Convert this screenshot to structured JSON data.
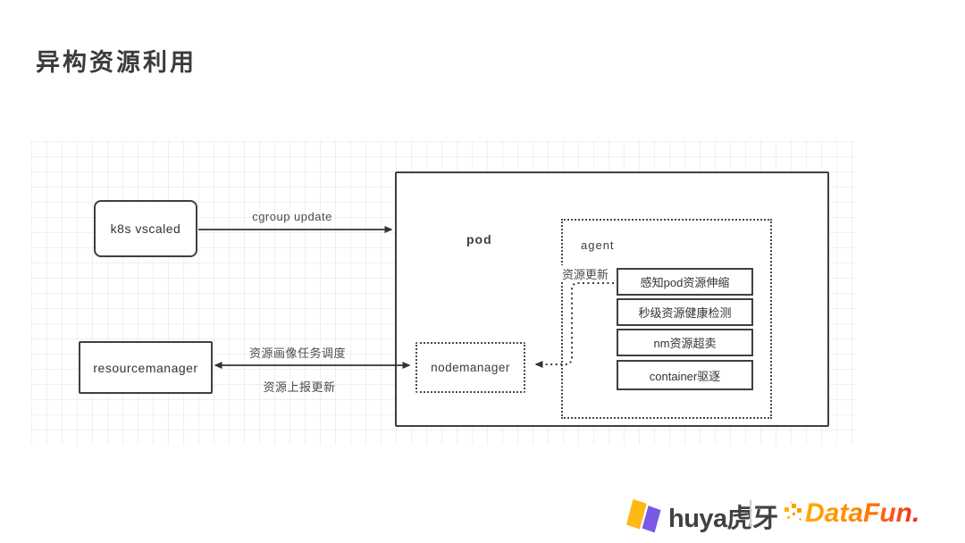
{
  "title": "异构资源利用",
  "diagram": {
    "nodes": {
      "k8s": {
        "label": "k8s vscaled"
      },
      "resourcemanager": {
        "label": "resourcemanager"
      },
      "pod": {
        "label": "pod"
      },
      "agent": {
        "label": "agent"
      },
      "nodemanager": {
        "label": "nodemanager"
      }
    },
    "agent_items": [
      "感知pod资源伸缩",
      "秒级资源健康检测",
      "nm资源超卖",
      "container驱逐"
    ],
    "edges": {
      "cgroup_update": {
        "label": "cgroup update"
      },
      "profile_schedule": {
        "label": "资源画像任务调度"
      },
      "resource_report": {
        "label": "资源上报更新"
      },
      "resource_update": {
        "label": "资源更新"
      }
    }
  },
  "footer": {
    "huya_logo_text": "huya虎牙",
    "datafun_logo_text": "DataFun."
  },
  "colors": {
    "title_text": "#3b3b3b",
    "box_border": "#3f3f3f",
    "arrow_stroke": "#333333",
    "grid_line": "rgba(120,120,130,0.10)",
    "huya_yellow": "#fdb913",
    "huya_purple": "#7c58e8",
    "datafun_orange_start": "#ffaa00",
    "datafun_orange_end": "#ef2917"
  }
}
